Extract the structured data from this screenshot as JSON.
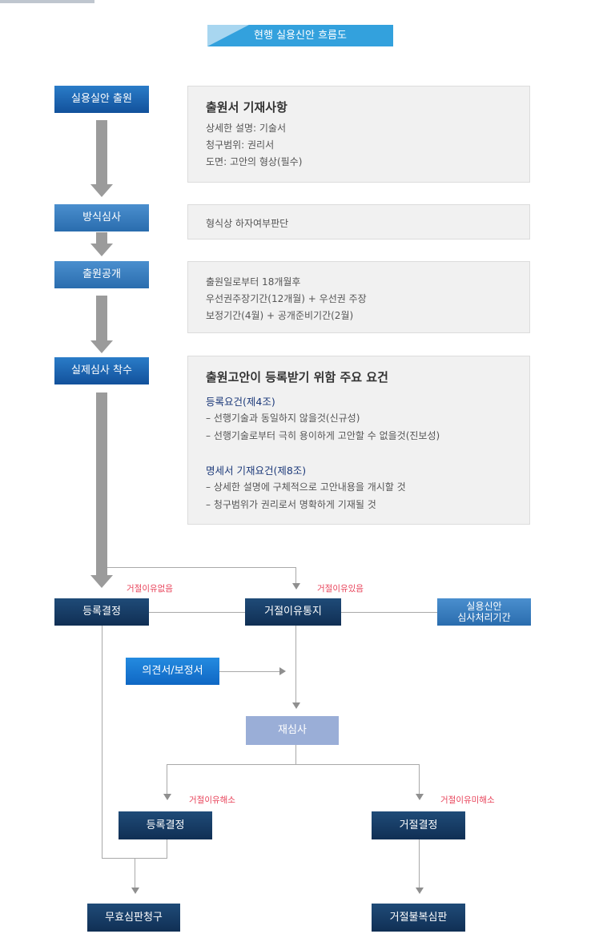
{
  "title": "현행 실용신안 흐름도",
  "steps": {
    "filing": "실용실안 출원",
    "formality": "방식심사",
    "publication": "출원공개",
    "exam_start": "실제심사 착수",
    "register_decision_1": "등록결정",
    "rejection_notice": "거절이유통지",
    "processing_period": "실용신안\n심사처리기간",
    "opinion": "의견서/보정서",
    "reexam": "재심사",
    "register_decision_2": "등록결정",
    "rejection_decision": "거절결정",
    "invalidation_trial": "무효심판청구",
    "rejection_appeal": "거절불복심판"
  },
  "panels": {
    "filing": {
      "title": "출원서 기재사항",
      "lines": [
        "상세한 설명: 기술서",
        "청구범위: 권리서",
        "도면: 고안의 형상(필수)"
      ]
    },
    "formality": {
      "lines": [
        "형식상 하자여부판단"
      ]
    },
    "publication": {
      "lines": [
        "출원일로부터 18개월후",
        "우선권주장기간(12개월) + 우선권 주장",
        "보정기간(4월) + 공개준비기간(2월)"
      ]
    },
    "exam": {
      "title": "출원고안이 등록받기 위함 주요 요건",
      "sections": [
        {
          "heading": "등록요건(제4조)",
          "lines": [
            "– 선행기술과 동일하지 않을것(신규성)",
            "– 선행기술로부터 극히 용이하게 고안할 수 없을것(진보성)"
          ]
        },
        {
          "heading": "명세서 기재요건(제8조)",
          "lines": [
            "– 상세한 설명에 구체적으로 고안내용을 개시할 것",
            "– 청구범위가 권리로서 명확하게 기재될 것"
          ]
        }
      ]
    }
  },
  "notes": {
    "no_reason": "거절이유없음",
    "has_reason": "거절이유있음",
    "resolved": "거절이유해소",
    "unresolved": "거절이유미해소"
  },
  "colors": {
    "banner": "#33a1dd",
    "box_blue": "#12519b",
    "box_navy": "#102f54",
    "box_light": "#9aaed7",
    "note_red": "#e8435a",
    "arrow_grey": "#9b9b9b",
    "panel_bg": "#f1f1f1"
  }
}
